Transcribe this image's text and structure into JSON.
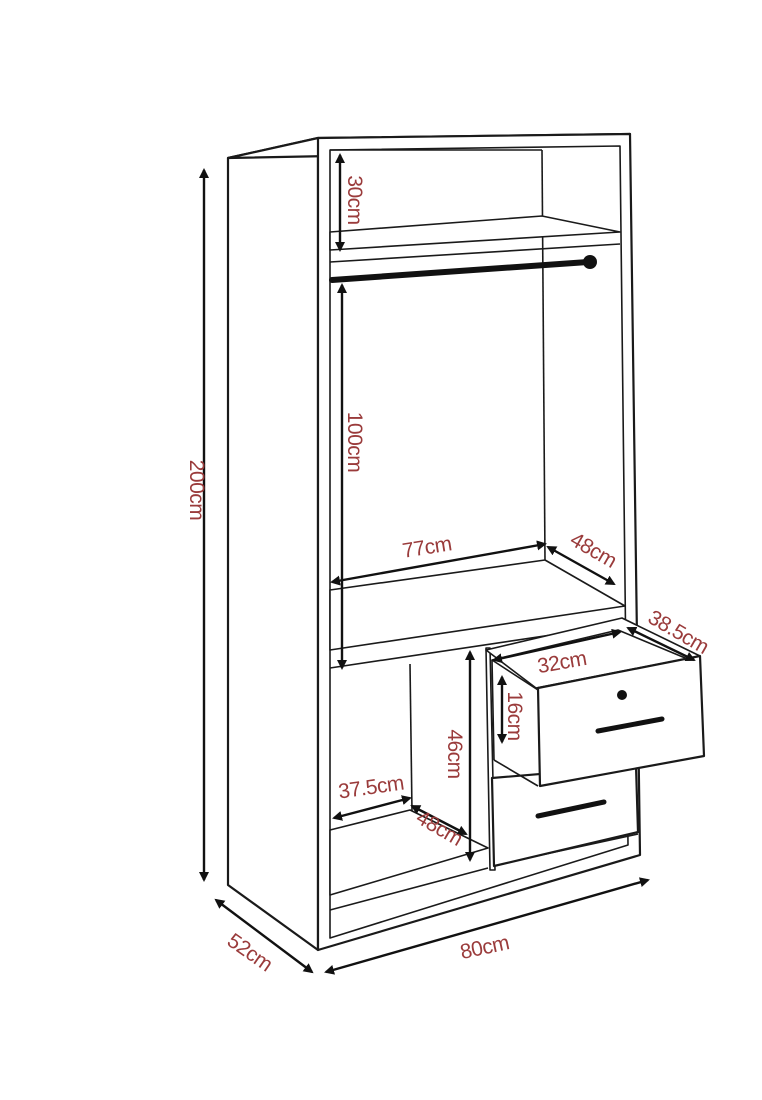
{
  "dimensions": {
    "overall_height": "200cm",
    "overall_width": "80cm",
    "overall_depth": "52cm",
    "top_compartment_height": "30cm",
    "hanging_height": "100cm",
    "hanging_width": "77cm",
    "hanging_depth": "48cm",
    "drawer_depth": "38.5cm",
    "drawer_width": "32cm",
    "drawer_height": "16cm",
    "lower_section_height": "46cm",
    "lower_shelf_width": "37.5cm",
    "lower_shelf_depth": "48cm"
  },
  "colors": {
    "label": "#9a3b3b",
    "line": "#1a1a1a"
  }
}
